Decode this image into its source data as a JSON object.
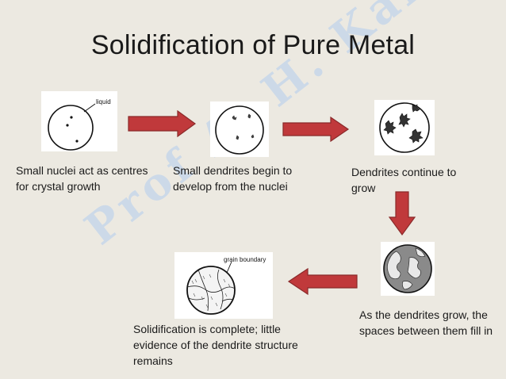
{
  "slide": {
    "title": "Solidification of Pure Metal",
    "watermark": "Prof A. H. Kamble"
  },
  "stages": [
    {
      "caption": "Small nuclei act as centres for crystal growth",
      "figure_label": "liquid"
    },
    {
      "caption": "Small dendrites begin to develop from the nuclei",
      "figure_label": ""
    },
    {
      "caption": "Dendrites continue to grow",
      "figure_label": ""
    },
    {
      "caption": "As the dendrites grow, the spaces between them fill in",
      "figure_label": ""
    },
    {
      "caption": "Solidification is complete; little evidence of the dendrite structure remains",
      "figure_label": "grain boundary"
    }
  ],
  "colors": {
    "background": "#ece9e1",
    "arrow_fill": "#c0393b",
    "arrow_stroke": "#8a2a2a",
    "watermark": "#c7d7ea"
  }
}
